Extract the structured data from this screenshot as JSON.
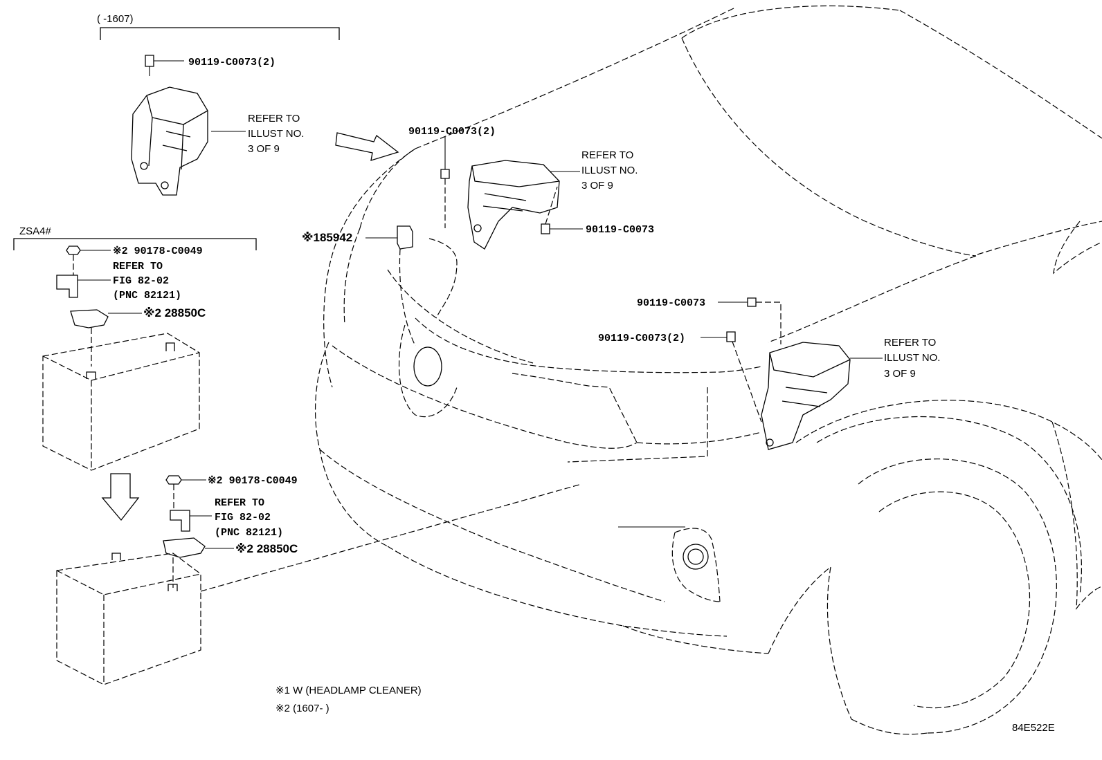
{
  "headers": {
    "date_range": "(      -1607)",
    "model": "ZSA4#"
  },
  "labels": {
    "top_bolt": "90119-C0073(2)",
    "top_refer_1": "REFER TO",
    "top_refer_2": "ILLUST NO.",
    "top_refer_3": "3 OF 9",
    "mid_bolt_top": "90119-C0073(2)",
    "mid_refer_1": "REFER TO",
    "mid_refer_2": "ILLUST NO.",
    "mid_refer_3": "3 OF 9",
    "mid_bolt_bottom": "90119-C0073",
    "sensor": "※185942",
    "zsa_nut": "※2 90178-C0049",
    "zsa_refer_1": "REFER TO",
    "zsa_refer_2": "FIG 82-02",
    "zsa_refer_3": "(PNC 82121)",
    "zsa_terminal": "※2 28850C",
    "right_bolt_1": "90119-C0073",
    "right_bolt_2": "90119-C0073(2)",
    "right_refer_1": "REFER TO",
    "right_refer_2": "ILLUST NO.",
    "right_refer_3": "3 OF 9",
    "low_nut": "※2 90178-C0049",
    "low_refer_1": "REFER TO",
    "low_refer_2": "FIG 82-02",
    "low_refer_3": "(PNC 82121)",
    "low_terminal": "※2 28850C"
  },
  "notes": {
    "note_1": "※1  W (HEADLAMP CLEANER)",
    "note_2": "※2 (1607-        )"
  },
  "illustration_id": "84E522E"
}
